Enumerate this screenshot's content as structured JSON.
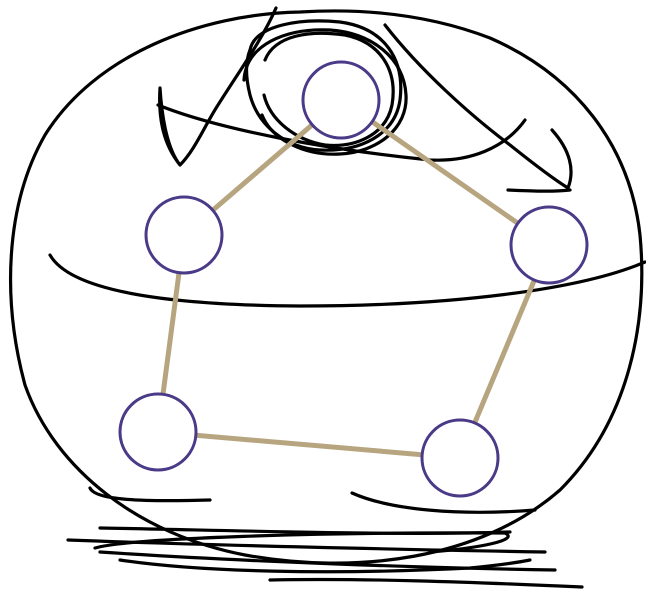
{
  "colors": {
    "background": "#ffffff",
    "ink": "#000000",
    "edge": "#b7a57f",
    "node_stroke": "#4a3a87",
    "node_fill": "#ffffff"
  },
  "graph": {
    "nodes": [
      {
        "id": "top"
      },
      {
        "id": "upper-left"
      },
      {
        "id": "upper-right"
      },
      {
        "id": "lower-left"
      },
      {
        "id": "lower-right"
      }
    ],
    "edges": [
      {
        "from": "top",
        "to": "upper-left"
      },
      {
        "from": "top",
        "to": "upper-right"
      },
      {
        "from": "upper-left",
        "to": "lower-left"
      },
      {
        "from": "upper-right",
        "to": "lower-right"
      },
      {
        "from": "lower-left",
        "to": "lower-right"
      }
    ]
  }
}
